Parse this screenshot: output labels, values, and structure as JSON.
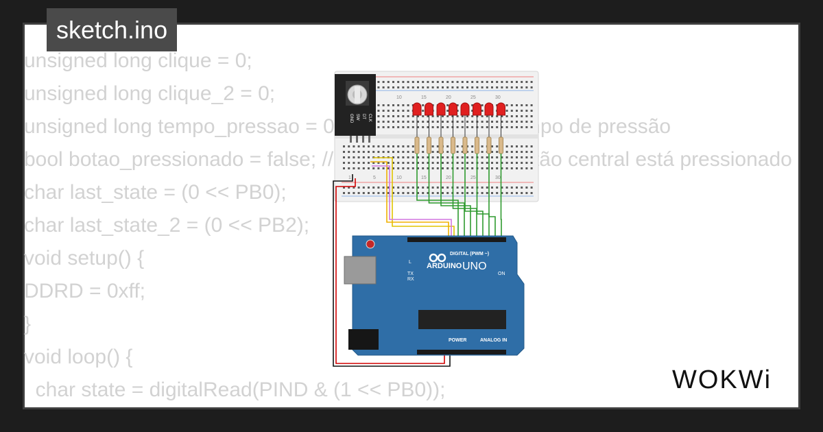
{
  "file_tab": {
    "label": "sketch.ino"
  },
  "code_lines": [
    "unsigned long clique = 0;",
    "unsigned long clique_2 = 0;",
    "unsigned long tempo_pressao = 0; // Para rastrear o tempo de pressão",
    "bool botao_pressionado = false; // Para verificar se o botão central está pressionado",
    "char last_state = (0 << PB0);",
    "char last_state_2 = (0 << PB2);",
    "void setup() {",
    "DDRD = 0xff;",
    "}",
    "void loop() {",
    "  char state = digitalRead(PIND & (1 << PB0));"
  ],
  "breadboard": {
    "column_labels": [
      "1",
      "5",
      "10",
      "15",
      "20",
      "25",
      "30"
    ],
    "led_count": 8,
    "led_color": "#e02020"
  },
  "encoder": {
    "pin_labels": [
      "GND",
      "SW",
      "DT",
      "CLK"
    ]
  },
  "arduino": {
    "brand": "ARDUINO",
    "model": "UNO",
    "digital_label": "DIGITAL (PWM ~)",
    "power_label": "POWER",
    "analog_label": "ANALOG IN",
    "on_label": "ON",
    "l_label": "L",
    "tx_label": "TX",
    "rx_label": "RX",
    "board_color": "#2f6ea7"
  },
  "brand_logo": {
    "text": "WOKWi"
  }
}
